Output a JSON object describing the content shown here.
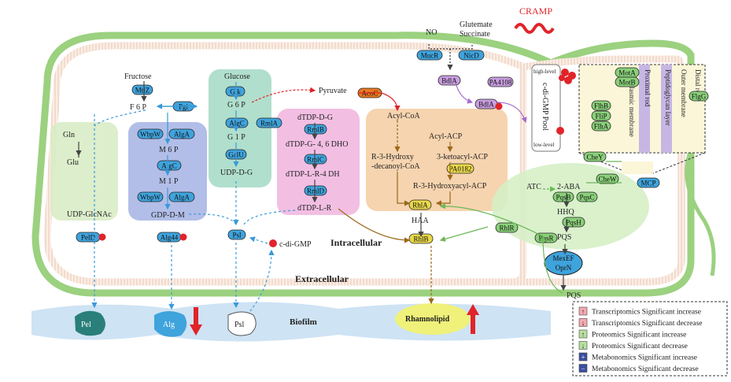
{
  "compartments": {
    "intracellular": "Intracellular",
    "extracellular": "Extracellular",
    "biofilm": "Biofilm"
  },
  "signals": {
    "no": "NO",
    "glutemate": "Glutemate",
    "succinate": "Succinate",
    "cramp": "CRAMP",
    "c_di_gmp": "c-di-GMP",
    "pqs_out": "PQS"
  },
  "metabolites": {
    "fructose": "Fructose",
    "f6p": "F 6 P",
    "m6p": "M 6 P",
    "m1p": "M 1 P",
    "gdp_d_m": "GDP-D-M",
    "glucose": "Glucose",
    "g6p": "G 6 P",
    "g1p": "G 1 P",
    "udp_d_g": "UDP-D-G",
    "pyruvate": "Pyruvate",
    "acyl_coa": "Acyl-CoA",
    "acyl_acp": "Acyl-ACP",
    "r3_hydroxy_decanoyl": "R-3-Hydroxy",
    "r3_hydroxy_decanoyl2": "-decanoyl-CoA",
    "ketoacyl_acp": "3-ketoacyl-ACP",
    "r3_hydroxyacyl_acp": "R-3-Hydroxyacyl-ACP",
    "haa": "HAA",
    "dtdp_d_g": "dTDP-D-G",
    "dtdp_g_46_dho": "dTDP-G- 4, 6 DHO",
    "dtdp_l_r_4_dh": "dTDP-L-R-4 DH",
    "dtdp_l_r": "dTDP-L-R",
    "gln": "Gln",
    "glu": "Glu",
    "udp_glcnac": "UDP-GlcNAc",
    "atc": "ATC",
    "aba2": "2-ABA",
    "hhq": "HHQ",
    "pqs": "PQS"
  },
  "enzymes": {
    "mtlz": "MtlZ",
    "pgi": "Pgi",
    "wbpw1": "WbpW",
    "alga1": "AlgA",
    "algc1": "AlgC",
    "wbpw2": "WbpW",
    "alga2": "AlgA",
    "glk": "Glk",
    "algc2": "AlgC",
    "galu": "GalU",
    "rmla": "RmlA",
    "rmlb": "RmlB",
    "rmlc": "RmlC",
    "rmld": "RmlD",
    "acoc": "AcoC",
    "pa0182": "PA0182",
    "rhla": "RhlA",
    "rhlb": "RhlB",
    "rhlr": "RhlR",
    "pqsr": "PqsR",
    "pqsb": "PqsB",
    "pqsc": "PqsC",
    "pqsh": "PqsH",
    "mexef1": "MexEF",
    "mexef2": "OprN",
    "peld": "PelD",
    "alg44": "Alg44",
    "psl_in": "Psl",
    "mucr": "MucR",
    "nicd": "NicD",
    "bdla1": "BdlA",
    "bdla2": "BdlA",
    "pa4108": "PA4108",
    "chey": "CheY",
    "chew": "CheW",
    "mcp": "MCP",
    "mota": "MotA",
    "motb": "MotB",
    "flhb": "FlhB",
    "flip": "FliP",
    "flha": "FlhA",
    "flgg": "FlgG"
  },
  "pool": {
    "high": "high-level",
    "title": "c-di-GMP Pool",
    "low": "low-level"
  },
  "flagellum": {
    "cytoplasmic": "Cytoplasmic membrane",
    "proximal": "Proximal rod",
    "peptidoglycan": "Peptidoglycan layer",
    "outer": "Outer membrane",
    "distal": "Distal rod"
  },
  "products": {
    "pel": "Pel",
    "alg": "Alg",
    "psl": "Psl",
    "rhamnolipid": "Rhamnolipid"
  },
  "legend": {
    "items": [
      {
        "symbol": "↑",
        "text": "Transcriptomics Significant increase",
        "color": "#f4a9b0"
      },
      {
        "symbol": "↓",
        "text": "Transcriptomics Significant decrease",
        "color": "#f4a9b0"
      },
      {
        "symbol": "↑",
        "text": "Proteomics Significant increase",
        "color": "#b8e0a0"
      },
      {
        "symbol": "↓",
        "text": "Proteomics Significant decrease",
        "color": "#b8e0a0"
      },
      {
        "symbol": "+",
        "text": "Metabonomics Significant increase",
        "color": "#3a4fa0"
      },
      {
        "symbol": "−",
        "text": "Metabonomics Significant decrease",
        "color": "#3a4fa0"
      }
    ]
  },
  "colors": {
    "membrane": "#9bd17f",
    "enzyme_blue": "#3fa3dc",
    "enzyme_green": "#8ad07a",
    "enzyme_yellow": "#e8d84a",
    "enzyme_orange": "#e87a20",
    "bdla_purple": "#c99ee0",
    "cdigmp_red": "#e0242a",
    "arrow_blue": "#3a9ad9"
  }
}
